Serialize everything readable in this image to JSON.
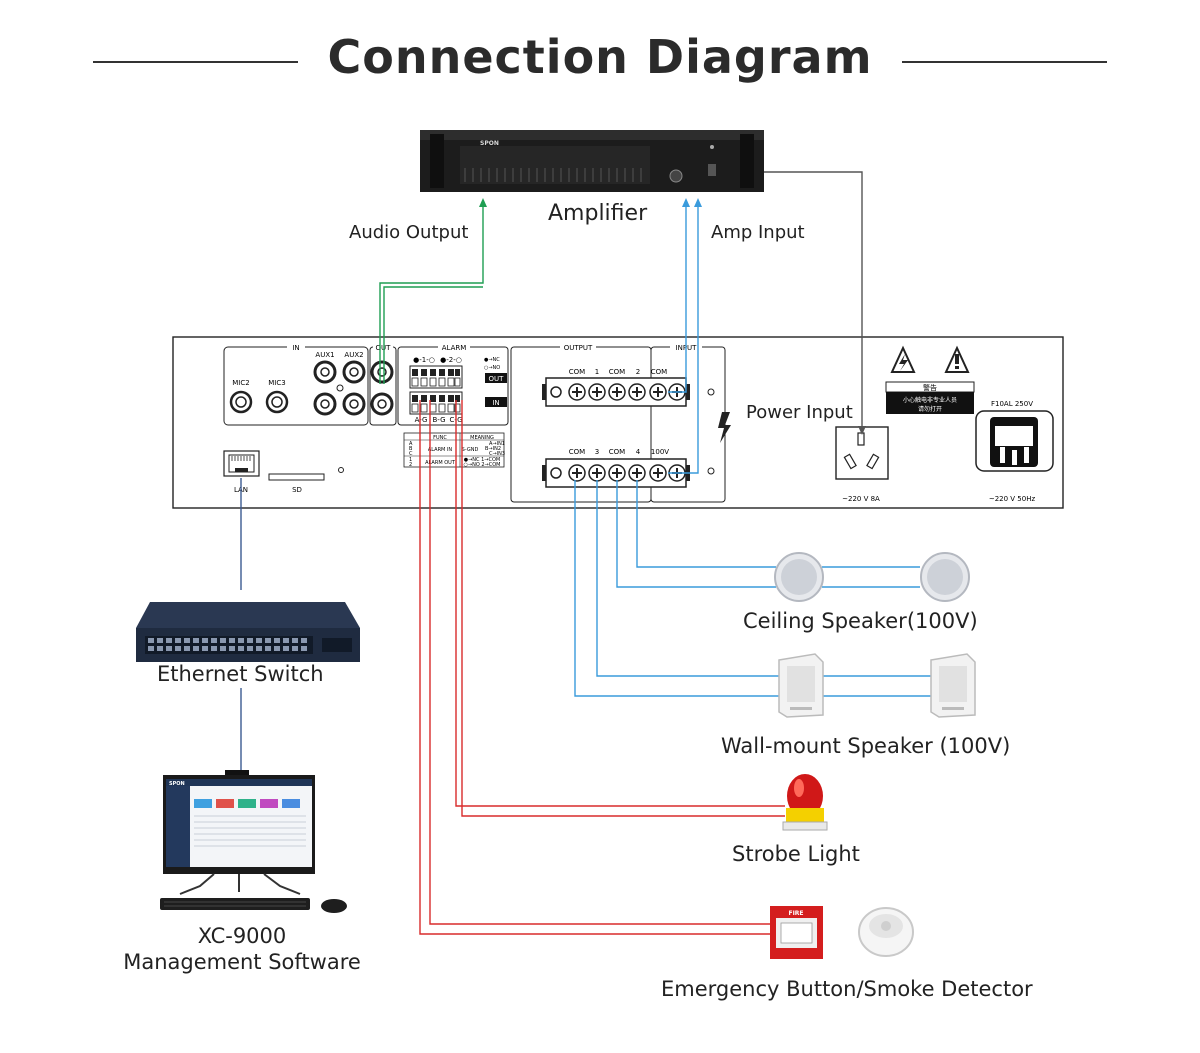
{
  "title": "Connection Diagram",
  "labels": {
    "amplifier": "Amplifier",
    "audio_output": "Audio Output",
    "amp_input": "Amp Input",
    "power_input": "Power Input",
    "ethernet_switch": "Ethernet Switch",
    "software_line1": "XC-9000",
    "software_line2": "Management Software",
    "ceiling_speaker": "Ceiling Speaker(100V)",
    "wall_speaker": "Wall-mount Speaker (100V)",
    "strobe_light": "Strobe Light",
    "emergency": "Emergency Button/Smoke Detector"
  },
  "amp_device": {
    "brand": "SPON"
  },
  "panel": {
    "sections": {
      "in": "IN",
      "out": "OUT",
      "alarm": "ALARM",
      "output": "OUTPUT",
      "input": "INPUT"
    },
    "jacks": {
      "aux1": "AUX1",
      "aux2": "AUX2",
      "mic2": "MIC2",
      "mic3": "MIC3"
    },
    "alarm_heads": {
      "one": "●-1-○",
      "two": "●-2-○"
    },
    "alarm_states": {
      "nc": "●→NC",
      "no": "○→NO"
    },
    "alarm_tags": {
      "out": "OUT",
      "in": "IN"
    },
    "alarm_terms": {
      "a": "A-G",
      "b": "B-G",
      "c": "C-G"
    },
    "alarm_table": {
      "head_func": "FUNC",
      "head_meaning": "MEANING",
      "r1": "A→IN1",
      "r2": "B→IN2",
      "r3": "C→IN3",
      "alarm_in": "ALARM IN",
      "sgnd": "S-GND",
      "alarm_out": "ALARM OUT",
      "nc_com": "●→NC  1→COM",
      "no_com": "○→NO  2→COM",
      "a": "A",
      "b": "B",
      "c": "C",
      "o1": "1",
      "o2": "2"
    },
    "top_terms": {
      "com1": "COM",
      "n1": "1",
      "com2": "COM",
      "n2": "2",
      "com3": "COM"
    },
    "bottom_terms": {
      "com1": "COM",
      "n3": "3",
      "com2": "COM",
      "n4": "4",
      "v100": "100V"
    },
    "lan": "LAN",
    "sd": "SD",
    "warning_title": "警告",
    "warning_line1": "小心触电非专业人员",
    "warning_line2": "请勿打开",
    "fuse": "F10AL 250V",
    "socket_rating": "~220 V  8A",
    "mains_rating": "~220 V  50Hz"
  },
  "icons": {
    "device_icons": [
      "amplifier-icon",
      "ethernet-switch-icon",
      "computer-icon",
      "ceiling-speaker-icon",
      "wall-speaker-icon",
      "strobe-light-icon",
      "fire-alarm-button-icon",
      "smoke-detector-icon",
      "warning-triangle-icon",
      "power-socket-icon",
      "iec-inlet-icon",
      "rj45-port-icon"
    ]
  },
  "fire_label": "FIRE",
  "software_brand": "SPON",
  "colors": {
    "audio_line": "#1e9e52",
    "amp_input_line": "#3a9bdc",
    "power_line": "#555555",
    "speaker_line": "#3a9bdc",
    "alarm_line": "#d92c2c",
    "network_line": "#3c5a90",
    "panel_border": "#222222"
  }
}
